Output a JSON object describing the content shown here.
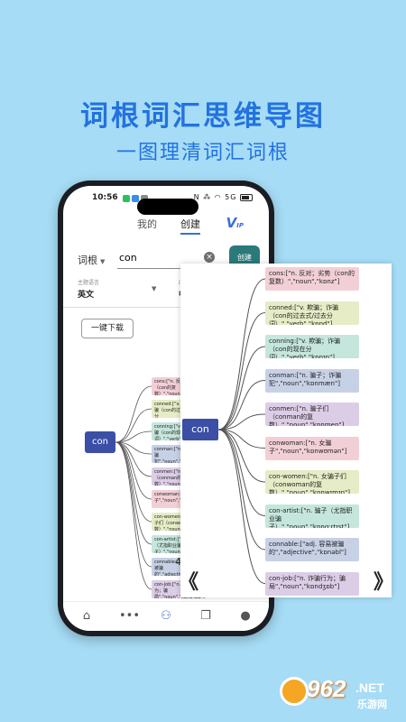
{
  "promo": {
    "headline": "词根词汇思维导图",
    "subhead": "一图理清词汇词根"
  },
  "status": {
    "time": "10:56",
    "icons": "N ⁂ ◠ 5G"
  },
  "header": {
    "tabs": [
      {
        "label": "我的"
      },
      {
        "label": "创建"
      }
    ],
    "vip_label": "V",
    "vip_sub": "IP"
  },
  "search": {
    "dict_label": "词根",
    "value": "con",
    "clear": "×",
    "create_label": "创建"
  },
  "lang": {
    "label": "主题语言",
    "value": "英文",
    "label2": "内",
    "value2": "中"
  },
  "actions": {
    "download_label": "一键下载"
  },
  "mindmap": {
    "root": "con",
    "mini_page": "4",
    "nodes": [
      {
        "text": "cons:[\"n. 反对；劣势（con的复数）\",\"noun\",\"kɒnz\"]",
        "color": "#f2cfd6"
      },
      {
        "text": "conned:[\"v. 欺骗；诈骗（con的过去式/过去分词）\",\"verb\",\"kɒnd\"]",
        "color": "#e6ecc6"
      },
      {
        "text": "conning:[\"v. 欺骗；诈骗（con的现在分词）\",\"verb\",\"kɒnɪŋ\"]",
        "color": "#c5e6dc"
      },
      {
        "text": "conman:[\"n. 骗子；诈骗犯\",\"noun\",\"kɒnmæn\"]",
        "color": "#c7d1e6"
      },
      {
        "text": "conmen:[\"n. 骗子们（conman的复数）\",\"noun\",\"kɒnmen\"]",
        "color": "#dccde6"
      },
      {
        "text": "conwoman:[\"n. 女骗子\",\"noun\",\"kɒnwʊmən\"]",
        "color": "#f2cfd6"
      },
      {
        "text": "con-women:[\"n. 女骗子们（conwoman的复数）\",\"noun\",\"kɒnwɪmɪn\"]",
        "color": "#e6ecc6"
      },
      {
        "text": "con-artist:[\"n. 骗子（尤指职业骗子）\",\"noun\",\"kɒnɑːrtɪst\"]",
        "color": "#c5e6dc"
      },
      {
        "text": "connable:[\"adj. 容易被骗的\",\"adjective\",\"kɒnəbl\"]",
        "color": "#c7d1e6"
      },
      {
        "text": "con-job:[\"n. 诈骗行为；骗局\",\"noun\",\"kɒndʒɒb\"]",
        "color": "#dccde6"
      }
    ]
  },
  "nav_arrows": {
    "prev": "《",
    "next": "》"
  },
  "bottom_nav": [
    {
      "icon": "home-icon",
      "glyph": "⌂"
    },
    {
      "icon": "chat-icon",
      "glyph": "•••"
    },
    {
      "icon": "mindmap-icon",
      "glyph": "⚇"
    },
    {
      "icon": "copy-icon",
      "glyph": "❐"
    },
    {
      "icon": "user-icon",
      "glyph": "●"
    }
  ],
  "watermark": {
    "number": "962",
    "net": ".NET",
    "text": "乐游网"
  }
}
